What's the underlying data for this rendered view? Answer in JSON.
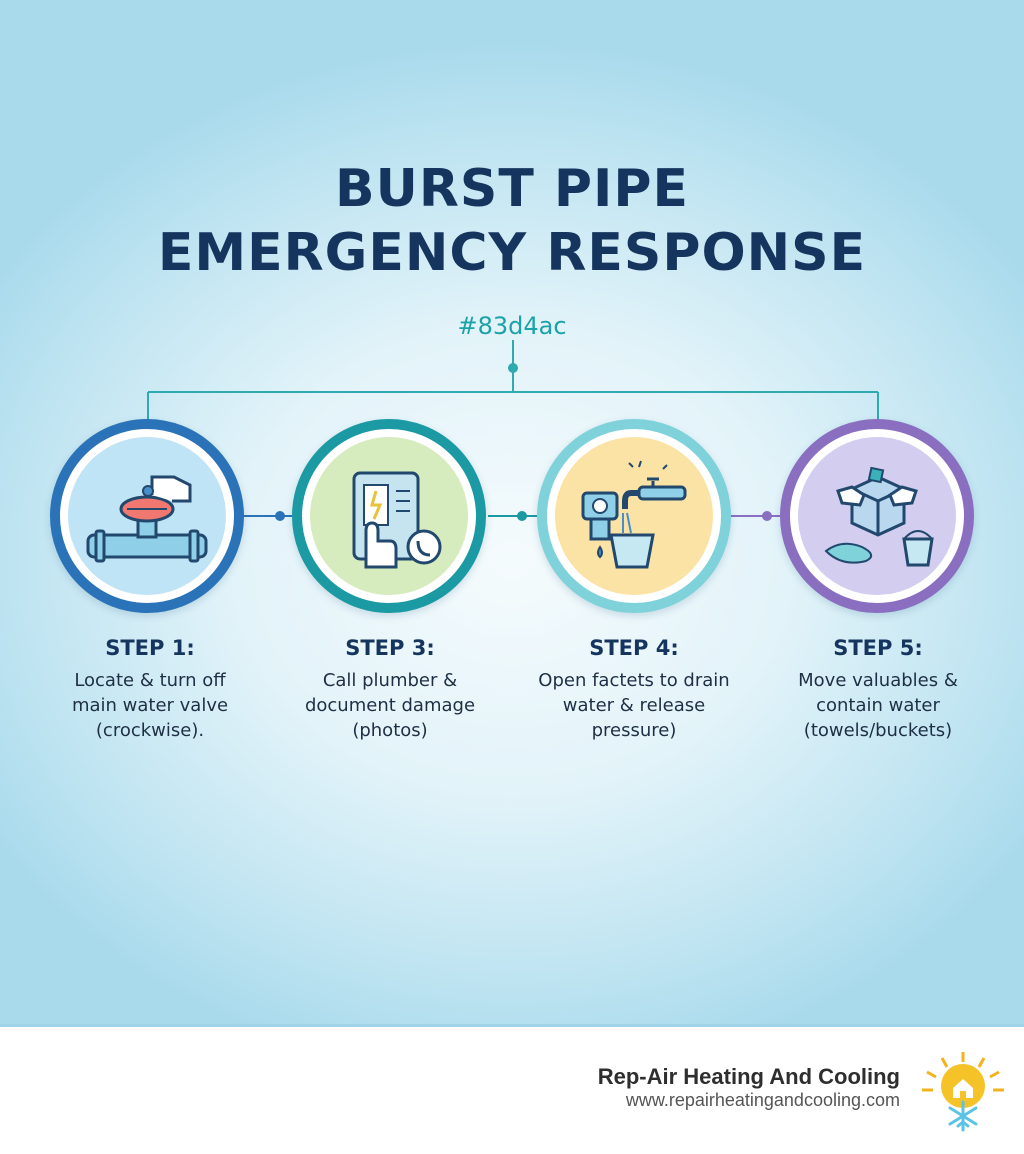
{
  "header": {
    "title_line1": "BURST PIPE",
    "title_line2": "EMERGENCY RESPONSE",
    "subtitle": "#83d4ac"
  },
  "steps": [
    {
      "title": "STEP 1:",
      "text": "Locate & turn off\nmain water valve\n(crockwise).",
      "icon": "valve-icon",
      "border_color": "#2a73b8",
      "fill_color": "#bfe4f5"
    },
    {
      "title": "STEP 3:",
      "text": "Call plumber &\ndocument damage\n(photos)",
      "icon": "phone-document-icon",
      "border_color": "#1b9aa3",
      "fill_color": "#d6ecbf"
    },
    {
      "title": "STEP 4:",
      "text": "Open factets to drain\nwater & release\npressure)",
      "icon": "faucet-bucket-icon",
      "border_color": "#7fd1da",
      "fill_color": "#fbe3a6"
    },
    {
      "title": "STEP 5:",
      "text": "Move valuables &\ncontain water\n(towels/buckets)",
      "icon": "box-bucket-icon",
      "border_color": "#8a6fc0",
      "fill_color": "#d3cdef"
    }
  ],
  "footer": {
    "company": "Rep-Air Heating And Cooling",
    "url": "www.repairheatingandcooling.com",
    "logo_icon": "sun-snowflake-house-icon"
  }
}
